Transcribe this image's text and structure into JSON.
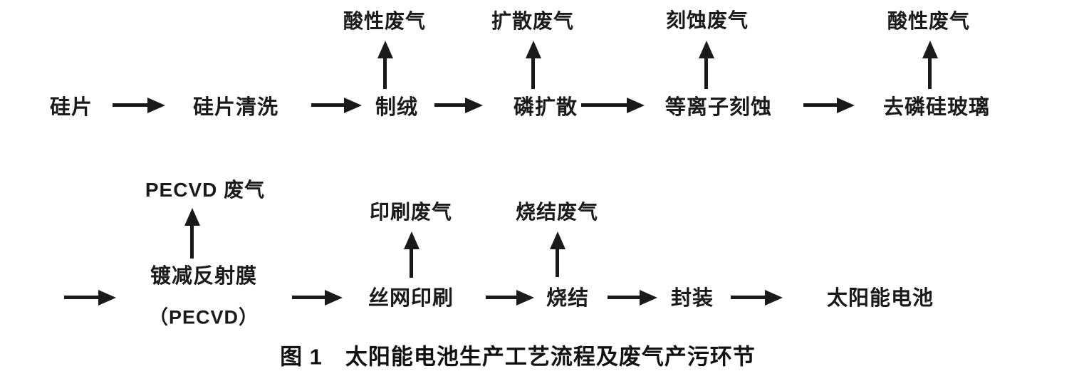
{
  "figure": {
    "caption_number": "图 1",
    "caption_title": "太阳能电池生产工艺流程及废气产污环节"
  },
  "colors": {
    "background": "#ffffff",
    "ink": "#1a1a1a"
  },
  "flow1": {
    "steps": [
      {
        "label": "硅片"
      },
      {
        "label": "硅片清洗"
      },
      {
        "label": "制绒",
        "emission": "酸性废气"
      },
      {
        "label": "磷扩散",
        "emission": "扩散废气"
      },
      {
        "label": "等离子刻蚀",
        "emission": "刻蚀废气"
      },
      {
        "label": "去磷硅玻璃",
        "emission": "酸性废气"
      }
    ]
  },
  "flow2": {
    "steps": [
      {
        "label": "镀减反射膜",
        "sublabel": "（PECVD）",
        "emission": "PECVD 废气"
      },
      {
        "label": "丝网印刷",
        "emission": "印刷废气"
      },
      {
        "label": "烧结",
        "emission": "烧结废气"
      },
      {
        "label": "封装"
      },
      {
        "label": "太阳能电池"
      }
    ]
  }
}
